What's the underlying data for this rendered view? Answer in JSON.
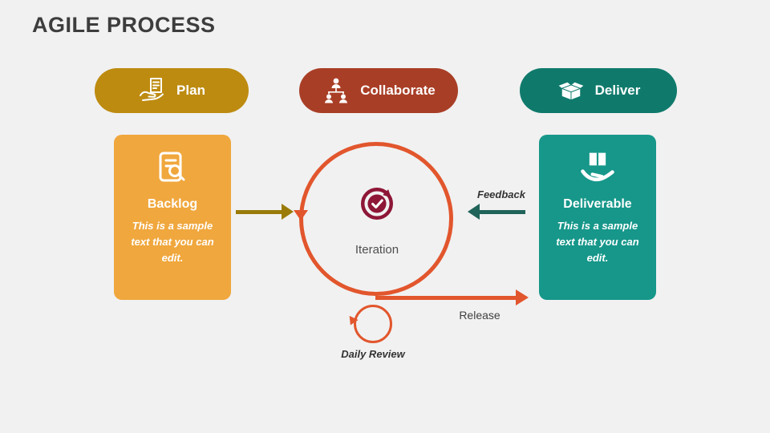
{
  "title": "AGILE PROCESS",
  "colors": {
    "background": "#F1F1F1",
    "plan_pill": "#BD8B10",
    "plan_arrow": "#9A7B0A",
    "collaborate_pill": "#A93E26",
    "deliver_pill": "#0F7A6C",
    "backlog_card": "#F0A73D",
    "deliverable_card": "#16978A",
    "cycle_orange": "#E2562D",
    "feedback_arrow": "#20635A",
    "iteration_icon": "#8E1637"
  },
  "pills": [
    {
      "label": "Plan",
      "icon": "hand-document-icon",
      "color": "#BD8B10"
    },
    {
      "label": "Collaborate",
      "icon": "team-hierarchy-icon",
      "color": "#A93E26"
    },
    {
      "label": "Deliver",
      "icon": "open-box-icon",
      "color": "#0F7A6C"
    }
  ],
  "cards": [
    {
      "title": "Backlog",
      "body": "This is a sample text that you can edit.",
      "icon": "document-search-icon",
      "color": "#F0A73D"
    },
    {
      "title": "Deliverable",
      "body": "This is a sample text that you can edit.",
      "icon": "hand-box-icon",
      "color": "#16978A"
    }
  ],
  "center": {
    "label": "Iteration",
    "icon": "cycle-check-icon"
  },
  "flows": {
    "feedback_label": "Feedback",
    "release_label": "Release",
    "daily_review_label": "Daily Review"
  }
}
